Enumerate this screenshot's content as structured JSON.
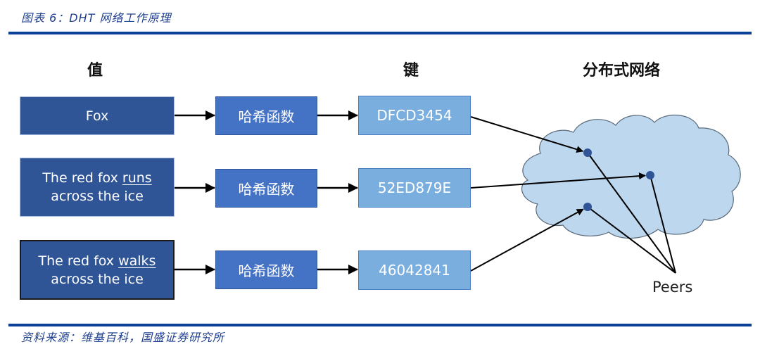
{
  "figure": {
    "title": "图表 6：DHT 网络工作原理",
    "source": "资料来源：维基百科，国盛证券研究所"
  },
  "colors": {
    "value_box": "#2f5597",
    "hash_box": "#4472c4",
    "key_box": "#7aaedf",
    "cloud_fill": "#bdd7ee",
    "peer_node": "#2f5597",
    "rule": "#0b4097"
  },
  "columns": {
    "value": "值",
    "key": "键",
    "network": "分布式网络"
  },
  "rows": [
    {
      "value_pre": "Fox",
      "value_underlined": "",
      "value_line2": "",
      "hash": "哈希函数",
      "key": "DFCD3454"
    },
    {
      "value_pre": "The red fox ",
      "value_underlined": "runs",
      "value_line2": "across the ice",
      "hash": "哈希函数",
      "key": "52ED879E"
    },
    {
      "value_pre": "The red fox ",
      "value_underlined": "walks",
      "value_line2": "across the ice",
      "hash": "哈希函数",
      "key": "46042841"
    }
  ],
  "network": {
    "peer_count": 3,
    "peers_label": "Peers",
    "mapping": [
      {
        "key": "DFCD3454",
        "peer": 1
      },
      {
        "key": "52ED879E",
        "peer": 2
      },
      {
        "key": "46042841",
        "peer": 3
      }
    ]
  }
}
